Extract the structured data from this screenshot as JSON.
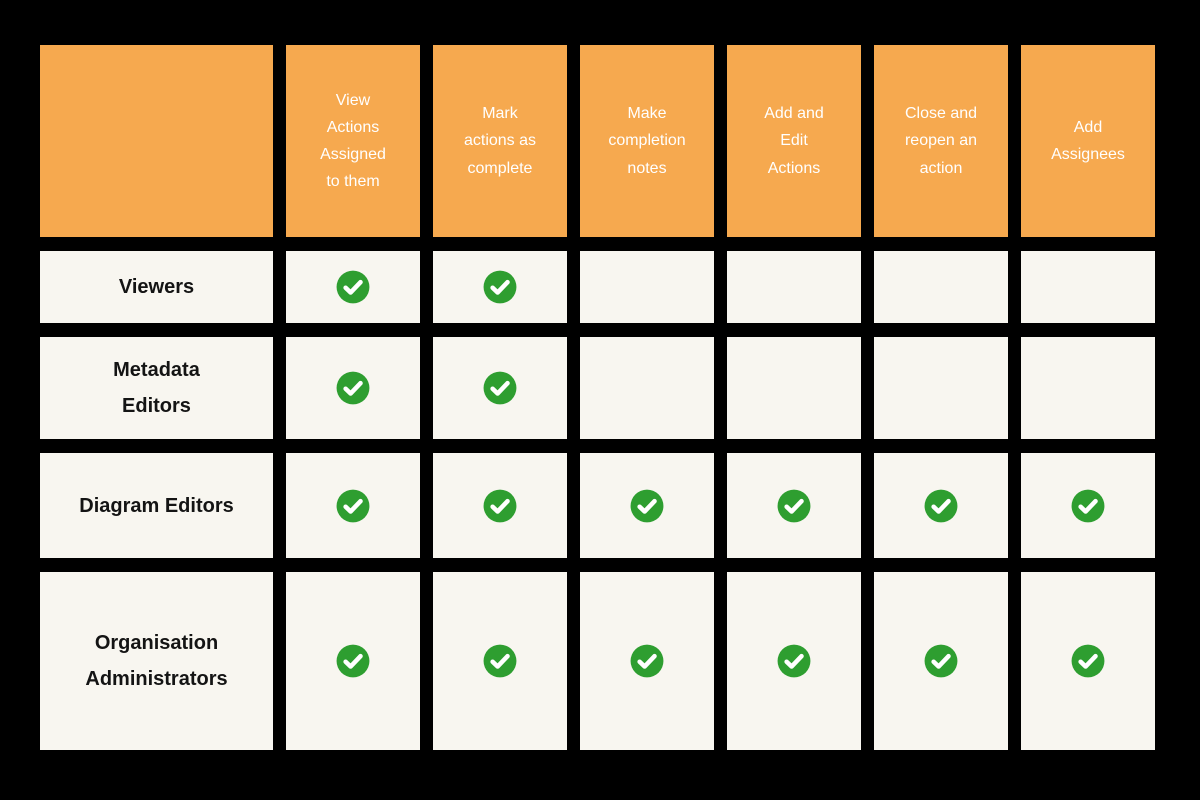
{
  "colors": {
    "background": "#000000",
    "header_bg": "#F6A94F",
    "header_text": "#FFFFFF",
    "cell_bg": "#F8F6F0",
    "row_text": "#141414",
    "check_green": "#2E9E30",
    "check_mark": "#FFFFFF"
  },
  "icons": {
    "granted": "check-icon"
  },
  "chart_data": {
    "type": "table",
    "title": "",
    "columns": [
      "View\nActions\nAssigned\nto them",
      "Mark\nactions as\ncomplete",
      "Make\ncompletion\nnotes",
      "Add and\nEdit\nActions",
      "Close and\nreopen an\naction",
      "Add\nAssignees"
    ],
    "rows": [
      {
        "label": "Viewers",
        "values": [
          true,
          true,
          false,
          false,
          false,
          false
        ]
      },
      {
        "label": "Metadata\nEditors",
        "values": [
          true,
          true,
          false,
          false,
          false,
          false
        ]
      },
      {
        "label": "Diagram Editors",
        "values": [
          true,
          true,
          true,
          true,
          true,
          true
        ]
      },
      {
        "label": "Organisation\nAdministrators",
        "values": [
          true,
          true,
          true,
          true,
          true,
          true
        ]
      }
    ]
  }
}
